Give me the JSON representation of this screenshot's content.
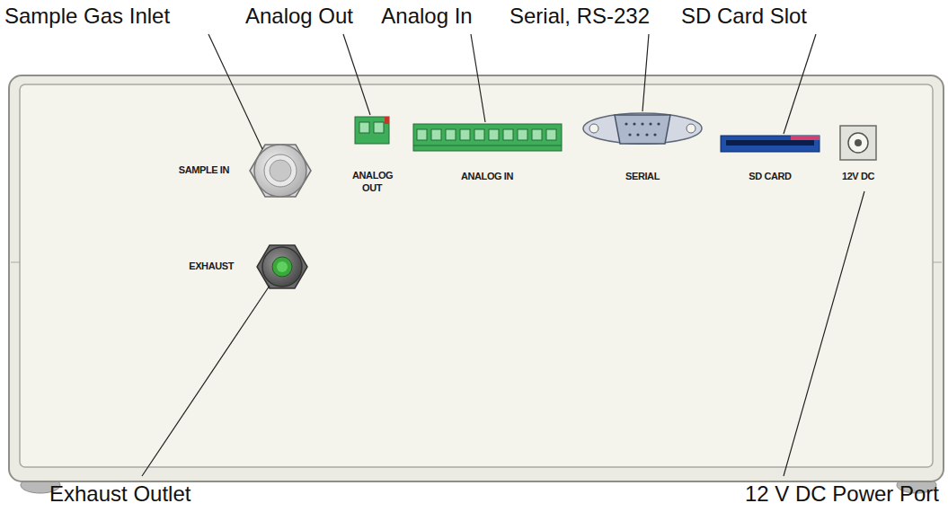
{
  "diagram": {
    "labels": [
      "Sample Gas Inlet",
      "Analog Out",
      "Analog In",
      "Serial, RS-232",
      "SD Card Slot",
      "SAMPLE IN",
      "ANALOG OUT",
      "ANALOG IN",
      "SERIAL",
      "SD CARD",
      "12V DC",
      "EXHAUST",
      "Exhaust Outlet",
      "12 V DC Power Port"
    ]
  }
}
